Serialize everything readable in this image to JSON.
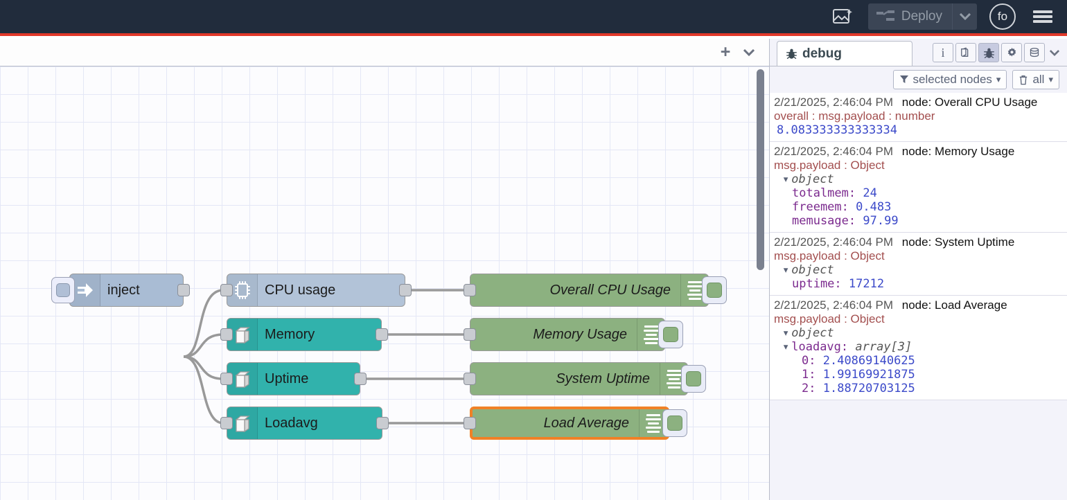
{
  "header": {
    "import_icon": "import-image-icon",
    "deploy_label": "Deploy",
    "deploy_caret": "▾",
    "avatar_label": "fo",
    "menu_icon": "hamburger-menu-icon",
    "accent_color": "#e2392a",
    "background_color": "#212c3c"
  },
  "workspace": {
    "tab_add_label": "+",
    "tab_menu_caret": "▾",
    "nodes": [
      {
        "id": "inject",
        "label": "inject",
        "type": "inject",
        "icon": "arrow-right-icon",
        "color": "#a9bcd4"
      },
      {
        "id": "cpu",
        "label": "CPU usage",
        "type": "source",
        "icon": "cpu-chip-icon",
        "color": "#b2c3d8"
      },
      {
        "id": "memory",
        "label": "Memory",
        "type": "source",
        "icon": "server-box-icon",
        "color": "#31b2ac"
      },
      {
        "id": "uptime",
        "label": "Uptime",
        "type": "source",
        "icon": "server-box-icon",
        "color": "#31b2ac"
      },
      {
        "id": "loadavg",
        "label": "Loadavg",
        "type": "source",
        "icon": "server-box-icon",
        "color": "#31b2ac"
      },
      {
        "id": "d1",
        "label": "Overall CPU Usage",
        "type": "debug",
        "icon": "debug-lines-icon",
        "color": "#8cb180",
        "selected": false
      },
      {
        "id": "d2",
        "label": "Memory Usage",
        "type": "debug",
        "icon": "debug-lines-icon",
        "color": "#8cb180",
        "selected": false
      },
      {
        "id": "d3",
        "label": "System Uptime",
        "type": "debug",
        "icon": "debug-lines-icon",
        "color": "#8cb180",
        "selected": false
      },
      {
        "id": "d4",
        "label": "Load Average",
        "type": "debug",
        "icon": "debug-lines-icon",
        "color": "#8cb180",
        "selected": true
      }
    ],
    "selection_color": "#f08126"
  },
  "sidebar": {
    "tab_label": "debug",
    "tab_icon": "bug-icon",
    "icon_buttons": [
      {
        "name": "info-icon",
        "glyph": "i",
        "active": false
      },
      {
        "name": "help-book-icon",
        "glyph": "▤",
        "active": false
      },
      {
        "name": "debug-bug-icon",
        "glyph": "🐞",
        "active": true
      },
      {
        "name": "config-gear-icon",
        "glyph": "✱",
        "active": false
      },
      {
        "name": "context-data-icon",
        "glyph": "≡",
        "active": false
      }
    ],
    "icons_caret": "▾",
    "filters": [
      {
        "name": "filter-selected-nodes",
        "icon": "funnel-icon",
        "label": "selected nodes",
        "caret": "▾"
      },
      {
        "name": "clear-all",
        "icon": "trash-icon",
        "label": "all",
        "caret": "▾"
      }
    ],
    "messages": [
      {
        "timestamp": "2/21/2025, 2:46:04 PM",
        "node": "node: Overall CPU Usage",
        "topic": "overall : msg.payload : number",
        "kind": "value",
        "value": "8.083333333333334"
      },
      {
        "timestamp": "2/21/2025, 2:46:04 PM",
        "node": "node: Memory Usage",
        "topic": "msg.payload : Object",
        "kind": "object",
        "object_label": "object",
        "props": [
          {
            "key": "totalmem",
            "value": "24",
            "indent": 2
          },
          {
            "key": "freemem",
            "value": "0.483",
            "indent": 2
          },
          {
            "key": "memusage",
            "value": "97.99",
            "indent": 2
          }
        ]
      },
      {
        "timestamp": "2/21/2025, 2:46:04 PM",
        "node": "node: System Uptime",
        "topic": "msg.payload : Object",
        "kind": "object",
        "object_label": "object",
        "props": [
          {
            "key": "uptime",
            "value": "17212",
            "indent": 2
          }
        ]
      },
      {
        "timestamp": "2/21/2025, 2:46:04 PM",
        "node": "node: Load Average",
        "topic": "msg.payload : Object",
        "kind": "object",
        "object_label": "object",
        "array": {
          "key": "loadavg",
          "type": "array[3]"
        },
        "props": [
          {
            "key": "0",
            "value": "2.40869140625",
            "indent": 3
          },
          {
            "key": "1",
            "value": "1.99169921875",
            "indent": 3
          },
          {
            "key": "2",
            "value": "1.88720703125",
            "indent": 3
          }
        ]
      }
    ]
  }
}
